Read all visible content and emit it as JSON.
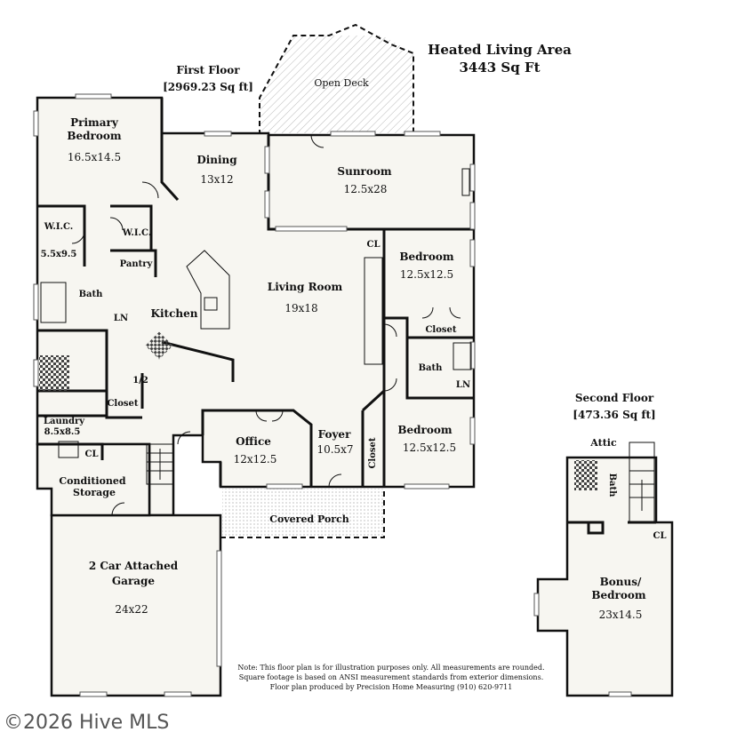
{
  "header": {
    "heated_title": "Heated Living Area",
    "heated_value": "3443 Sq Ft",
    "first_floor": "First Floor",
    "first_floor_area": "[2969.23 Sq ft]",
    "second_floor": "Second Floor",
    "second_floor_area": "[473.36 Sq ft]"
  },
  "rooms": {
    "open_deck": "Open Deck",
    "primary_bedroom": "Primary",
    "primary_bedroom_2": "Bedroom",
    "primary_bedroom_dim": "16.5x14.5",
    "dining": "Dining",
    "dining_dim": "13x12",
    "sunroom": "Sunroom",
    "sunroom_dim": "12.5x28",
    "wic_1": "W.I.C.",
    "wic_1_dim": "5.5x9.5",
    "wic_2": "W.I.C.",
    "pantry": "Pantry",
    "bath_primary": "Bath",
    "kitchen": "Kitchen",
    "ln_1": "LN",
    "half_bath": "1/2",
    "closet_1": "Closet",
    "laundry": "Laundry",
    "laundry_dim": "8.5x8.5",
    "cl_1": "CL",
    "living_room": "Living Room",
    "living_room_dim": "19x18",
    "cl_2": "CL",
    "bedroom_1": "Bedroom",
    "bedroom_1_dim": "12.5x12.5",
    "closet_2": "Closet",
    "bath_2": "Bath",
    "ln_2": "LN",
    "bedroom_2": "Bedroom",
    "bedroom_2_dim": "12.5x12.5",
    "closet_3": "Closet",
    "foyer": "Foyer",
    "foyer_dim": "10.5x7",
    "office": "Office",
    "office_dim": "12x12.5",
    "covered_porch": "Covered Porch",
    "conditioned_storage": "Conditioned",
    "conditioned_storage_2": "Storage",
    "garage": "2 Car Attached",
    "garage_2": "Garage",
    "garage_dim": "24x22",
    "attic": "Attic",
    "bath_3": "Bath",
    "cl_3": "CL",
    "bonus": "Bonus/",
    "bonus_2": "Bedroom",
    "bonus_dim": "23x14.5"
  },
  "note": {
    "line1": "Note: This floor plan is for illustration purposes only. All measurements are rounded.",
    "line2": "Square footage is based on ANSI measurement standards from exterior dimensions.",
    "line3": "Floor plan produced by Precision Home Measuring (910) 620-9711"
  },
  "watermark": "©2026 Hive MLS"
}
